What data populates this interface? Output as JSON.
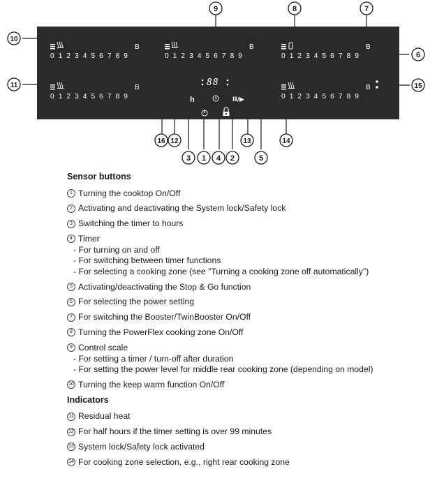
{
  "panel": {
    "scale_digits": "0 1 2 3 4 5 6 7 8 9",
    "booster_label": "B",
    "timer_display": "88",
    "hours_label": "h",
    "stop_go_label": "II/▶"
  },
  "callouts": [
    "1",
    "2",
    "3",
    "4",
    "5",
    "6",
    "7",
    "8",
    "9",
    "10",
    "11",
    "12",
    "13",
    "14",
    "15",
    "16"
  ],
  "legend": {
    "sensor_heading": "Sensor buttons",
    "indicators_heading": "Indicators",
    "sensor_items": [
      {
        "num": "1",
        "text": "Turning the cooktop On/Off",
        "subs": []
      },
      {
        "num": "2",
        "text": "Activating and deactivating the System lock/Safety lock",
        "subs": []
      },
      {
        "num": "3",
        "text": "Switching the timer to hours",
        "subs": []
      },
      {
        "num": "4",
        "text": "Timer",
        "subs": [
          "- For turning on and off",
          "- For switching between timer functions",
          "- For selecting a cooking zone (see \"Turning a cooking zone off automatically\")"
        ]
      },
      {
        "num": "5",
        "text": "Activating/deactivating the Stop & Go function",
        "subs": []
      },
      {
        "num": "6",
        "text": "For selecting the power setting",
        "subs": []
      },
      {
        "num": "7",
        "text": "For switching the Booster/TwinBooster On/Off",
        "subs": []
      },
      {
        "num": "8",
        "text": "Turning the PowerFlex cooking zone On/Off",
        "subs": []
      },
      {
        "num": "9",
        "text": "Control scale",
        "subs": [
          "- For setting a timer / turn-off after duration",
          "- For setting the power level for middle rear cooking zone (depending on model)"
        ]
      },
      {
        "num": "10",
        "text": "Turning the keep warm function On/Off",
        "subs": []
      }
    ],
    "indicator_items": [
      {
        "num": "11",
        "text": "Residual heat",
        "subs": []
      },
      {
        "num": "12",
        "text": "For half hours if the timer setting is over 99 minutes",
        "subs": []
      },
      {
        "num": "13",
        "text": "System lock/Safety lock activated",
        "subs": []
      },
      {
        "num": "14",
        "text": "For cooking zone selection, e.g., right rear cooking zone",
        "subs": []
      }
    ]
  }
}
